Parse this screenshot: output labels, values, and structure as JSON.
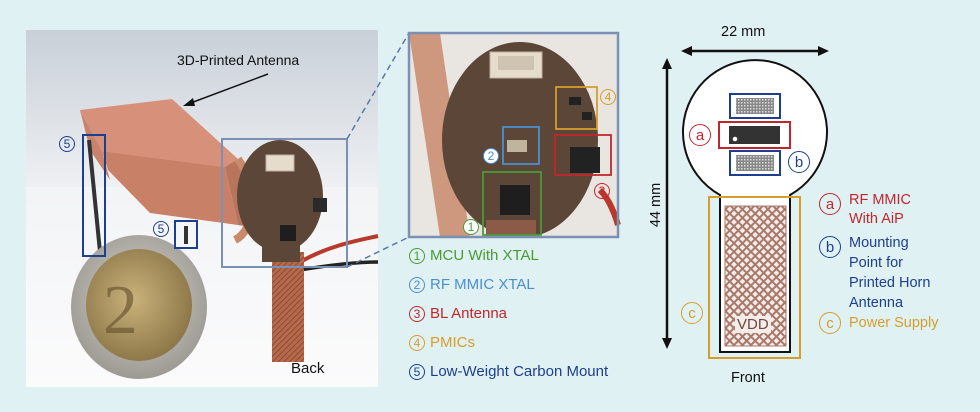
{
  "colors": {
    "background": "#e0f1f3",
    "green": "#4a9a35",
    "light_blue": "#4a8fd0",
    "red": "#c0272d",
    "gold": "#d59d2c",
    "navy": "#1c3f8f",
    "frame": "#7a90b4",
    "copper": "#c98a6c"
  },
  "back_photo": {
    "antenna_label": "3D-Printed Antenna",
    "view_label": "Back",
    "markers": [
      {
        "num": "5",
        "target": "low-weight-carbon-mount-tall"
      },
      {
        "num": "5",
        "target": "low-weight-carbon-mount-small"
      }
    ]
  },
  "zoom_inset": {
    "markers": [
      {
        "num": "1",
        "color_key": "green"
      },
      {
        "num": "2",
        "color_key": "light_blue"
      },
      {
        "num": "3",
        "color_key": "red"
      },
      {
        "num": "4",
        "color_key": "gold"
      }
    ]
  },
  "legend": [
    {
      "num": "1",
      "label": "MCU With XTAL",
      "color": "#4a9a35"
    },
    {
      "num": "2",
      "label": "RF MMIC XTAL",
      "color": "#4a8fd0"
    },
    {
      "num": "3",
      "label": "BL Antenna",
      "color": "#c0272d"
    },
    {
      "num": "4",
      "label": "PMICs",
      "color": "#d59d2c"
    },
    {
      "num": "5",
      "label": "Low-Weight Carbon Mount",
      "color": "#1c3f8f"
    }
  ],
  "front_diagram": {
    "width_label": "22 mm",
    "height_label": "44 mm",
    "vdd_label": "VDD",
    "view_label": "Front",
    "markers": [
      {
        "letter": "a",
        "color": "#c0272d"
      },
      {
        "letter": "b",
        "color": "#1c3f8f"
      },
      {
        "letter": "c",
        "color": "#d59d2c"
      }
    ],
    "legend": [
      {
        "letter": "a",
        "lines": [
          "RF MMIC",
          "With AiP"
        ],
        "color": "#c0272d"
      },
      {
        "letter": "b",
        "lines": [
          "Mounting",
          "Point for",
          "Printed Horn",
          "Antenna"
        ],
        "color": "#1c3f8f"
      },
      {
        "letter": "c",
        "lines": [
          "Power Supply"
        ],
        "color": "#d59d2c"
      }
    ]
  }
}
